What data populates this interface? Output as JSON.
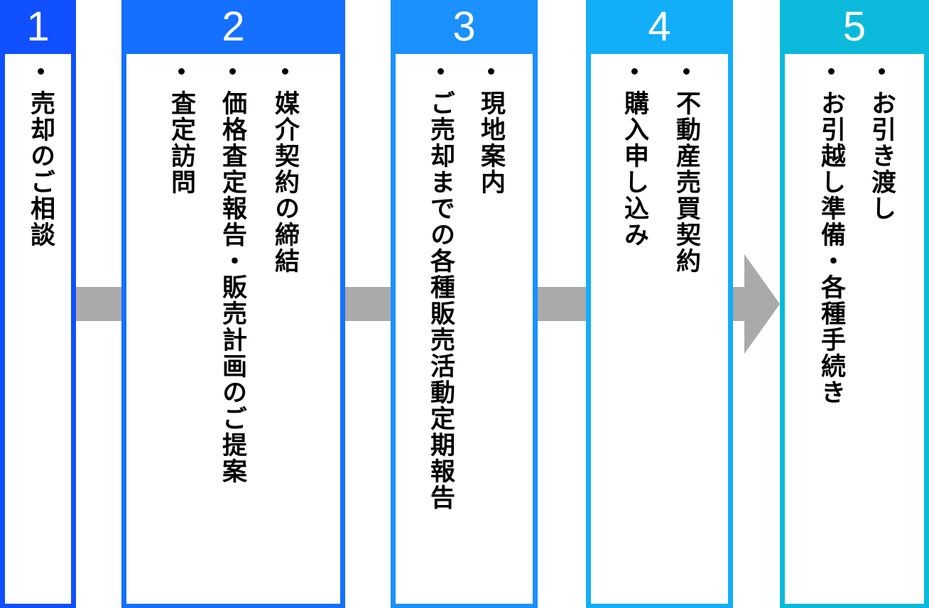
{
  "steps": [
    {
      "number": "1",
      "color": "#1150ff",
      "items": [
        "売却のご相談"
      ]
    },
    {
      "number": "2",
      "color": "#1570ff",
      "items": [
        "媒介契約の締結",
        "価格査定報告・販売計画のご提案",
        "査定訪問"
      ]
    },
    {
      "number": "3",
      "color": "#1b90ff",
      "items": [
        "現地案内",
        "ご売却までの各種販売活動定期報告"
      ]
    },
    {
      "number": "4",
      "color": "#12aefa",
      "items": [
        "不動産売買契約",
        "購入申し込み"
      ]
    },
    {
      "number": "5",
      "color": "#0bbadb",
      "items": [
        "お引き渡し",
        "お引越し準備・各種手続き"
      ]
    }
  ]
}
